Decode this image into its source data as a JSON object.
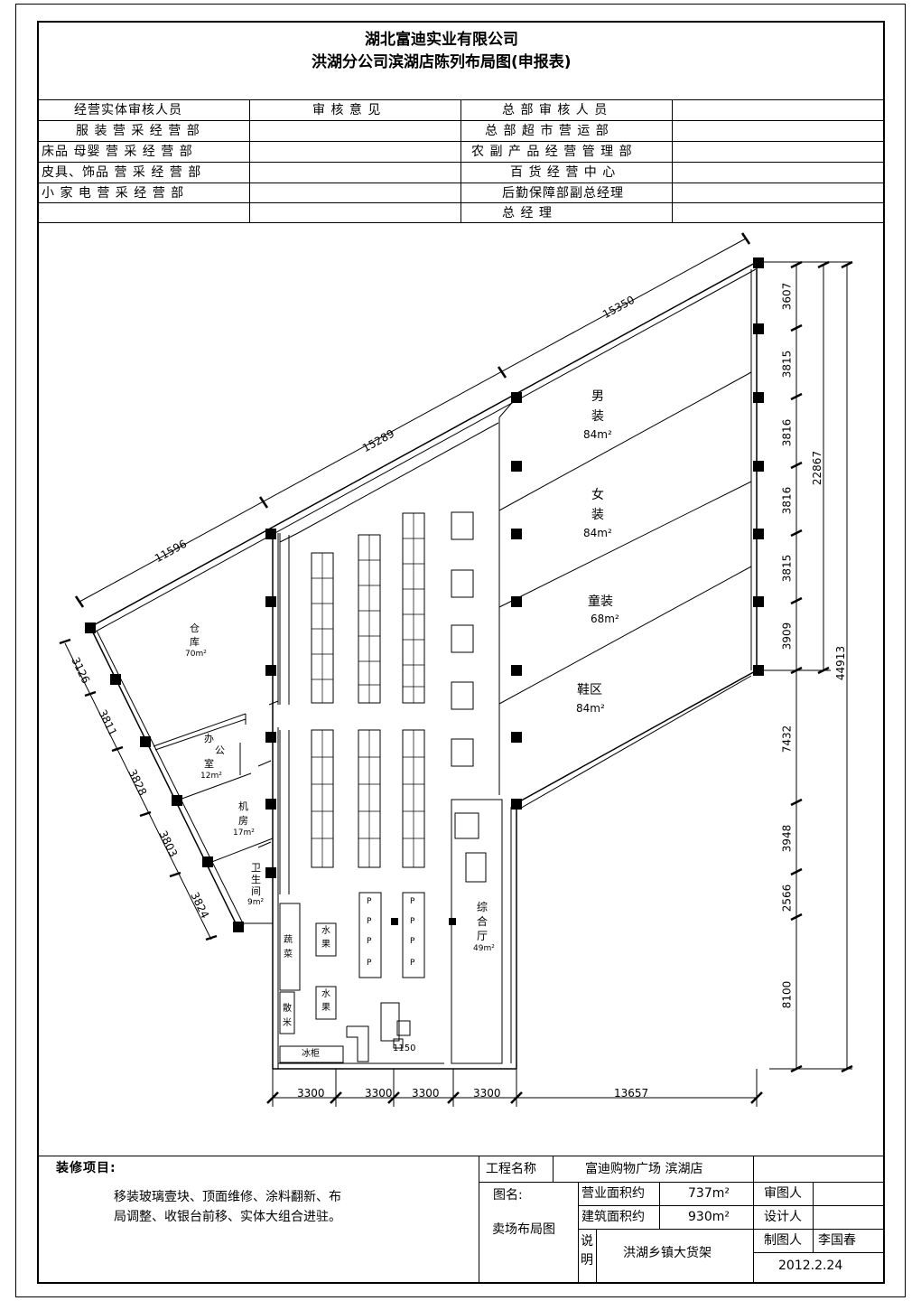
{
  "header": {
    "company": "湖北富迪实业有限公司",
    "subtitle": "洪湖分公司滨湖店陈列布局图(申报表)"
  },
  "review_table": {
    "rows": [
      [
        "经营实体审核人员",
        "审 核 意 见",
        "总 部 审 核 人 员",
        ""
      ],
      [
        "服 装 营 采 经 营 部",
        "",
        "总 部 超 市 营 运 部",
        ""
      ],
      [
        "床品 母婴 营 采 经 营 部",
        "",
        "农 副 产 品 经 营 管 理 部",
        ""
      ],
      [
        "皮具、饰品 营 采 经 营 部",
        "",
        "百 货 经 营 中 心",
        ""
      ],
      [
        "小 家 电 营 采 经 营 部",
        "",
        "后勤保障部副总经理",
        ""
      ],
      [
        "",
        "",
        "总        经        理",
        ""
      ]
    ]
  },
  "plan": {
    "zones": {
      "men": [
        "男",
        "装",
        "84m²"
      ],
      "women": [
        "女",
        "装",
        "84m²"
      ],
      "kids": [
        "童装",
        "68m²"
      ],
      "shoes": [
        "鞋区",
        "84m²"
      ],
      "warehouse": [
        "仓",
        "库",
        "70m²"
      ],
      "office": [
        "办",
        "公",
        "室",
        "12m²"
      ],
      "machine": [
        "机",
        "房",
        "17m²"
      ],
      "toilet": [
        "卫",
        "生",
        "间",
        "9m²"
      ],
      "hall": [
        "综",
        "合",
        "厅",
        "49m²"
      ],
      "fruit1": [
        "水",
        "果"
      ],
      "fruit2": [
        "水",
        "果"
      ],
      "veg": [
        "蔬",
        "菜"
      ],
      "rice": [
        "散",
        "米"
      ],
      "freezer": "冰柜",
      "size": "1150",
      "promo": "P"
    },
    "dims_top": [
      "11596",
      "15289",
      "15350"
    ],
    "dims_left": [
      "3126",
      "3811",
      "3828",
      "3803",
      "3824"
    ],
    "dims_right_inner": [
      "3607",
      "3815",
      "3816",
      "3816",
      "3815",
      "3909",
      "7432",
      "3948",
      "2566",
      "8100"
    ],
    "dims_right_mid": "22867",
    "dims_right_outer": "44913",
    "dims_bottom": [
      "3300",
      "3300",
      "3300",
      "3300",
      "13657"
    ]
  },
  "footer": {
    "deco_title": "装修项目:",
    "deco_text": [
      "移装玻璃壹块、顶面维修、涂料翻新、布",
      "局调整、收银台前移、实体大组合进驻。"
    ],
    "project_label": "工程名称",
    "project_value": "富迪购物广场 滨湖店",
    "drawing_label": "图名:",
    "drawing_value": "卖场布局图",
    "biz_area_label": "营业面积约",
    "biz_area_value": "737m²",
    "build_area_label": "建筑面积约",
    "build_area_value": "930m²",
    "note_label": [
      "说",
      "明"
    ],
    "note_value": "洪湖乡镇大货架",
    "reviewer_label": "审图人",
    "designer_label": "设计人",
    "drafter_label": "制图人",
    "drafter_value": "李国春",
    "date": "2012.2.24"
  }
}
